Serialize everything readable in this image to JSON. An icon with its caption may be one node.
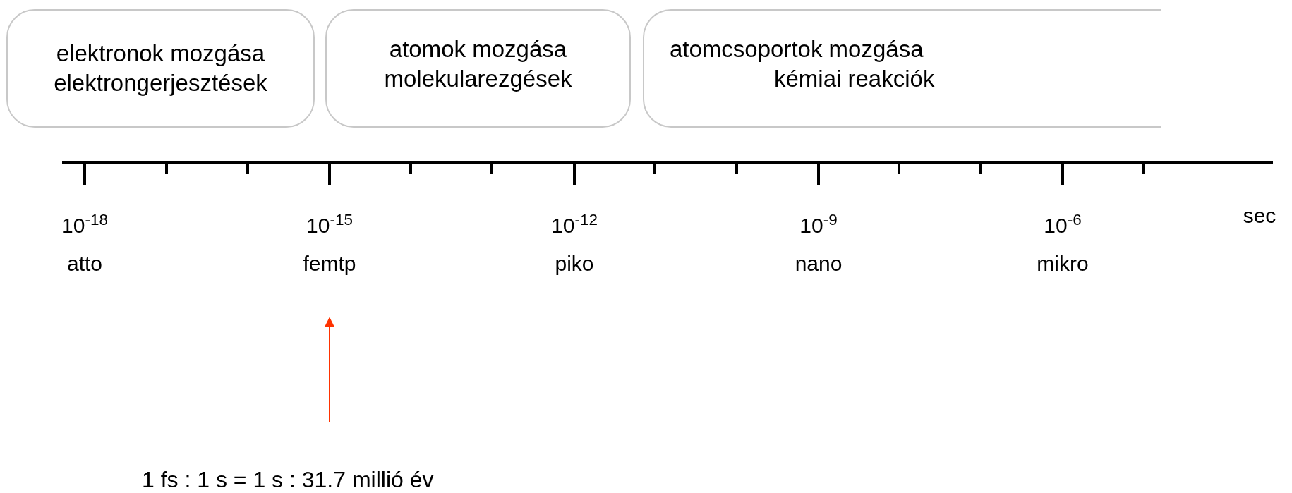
{
  "diagram": {
    "nodes": [
      {
        "text": [
          "elektronok mozgása",
          "elektrongerjesztések"
        ]
      },
      {
        "text": [
          "atomok mozgása",
          "molekularezgések"
        ]
      },
      {
        "text": [
          "atomcsoportok mozgása",
          "kémiai reakciók"
        ]
      },
      {
        "text": [
          "10$^{-15}$",
          "femtp"
        ]
      },
      {
        "text": [
          "1 fs : 1 s = 1 s : 31.7 millió év"
        ]
      }
    ],
    "edges": [
      {
        "from": 4,
        "to": 3,
        "arrow": "to",
        "color": "#ff3300"
      }
    ],
    "labels": [
      "sec",
      "10$^{-18}$",
      "10$^{-12}$",
      "10$^{-9}$",
      "10$^{-6}$",
      "atto",
      "piko",
      "nano",
      "mikro"
    ]
  }
}
